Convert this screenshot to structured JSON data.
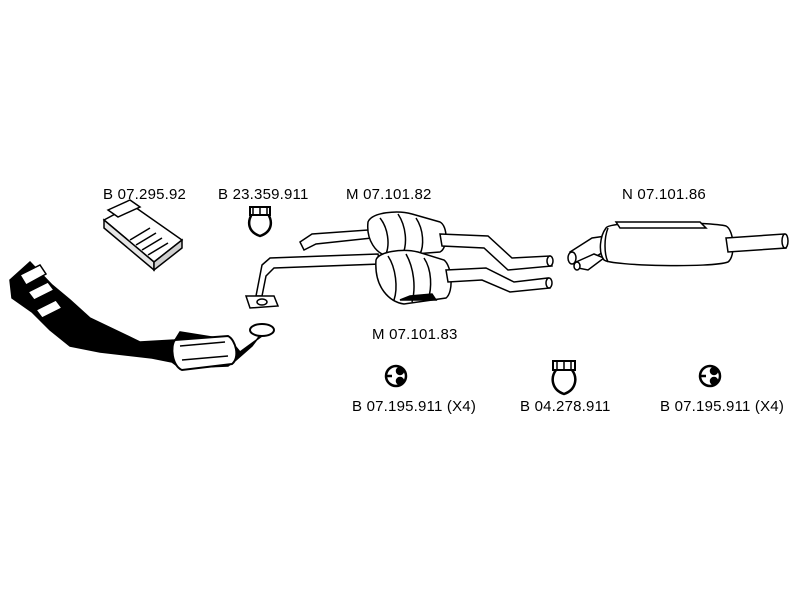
{
  "parts": {
    "bracket_kit": "B 07.295.92",
    "clamp_front": "B 23.359.911",
    "middle_silencer_upper": "M 07.101.82",
    "middle_silencer_lower": "M 07.101.83",
    "rear_silencer": "N 07.101.86",
    "rubber_mount_left": "B 07.195.911 (X4)",
    "clamp_rear": "B 04.278.911",
    "rubber_mount_right": "B 07.195.911 (X4)"
  },
  "colors": {
    "line": "#000000",
    "fill": "#ffffff",
    "shade": "#d8d8d8"
  }
}
